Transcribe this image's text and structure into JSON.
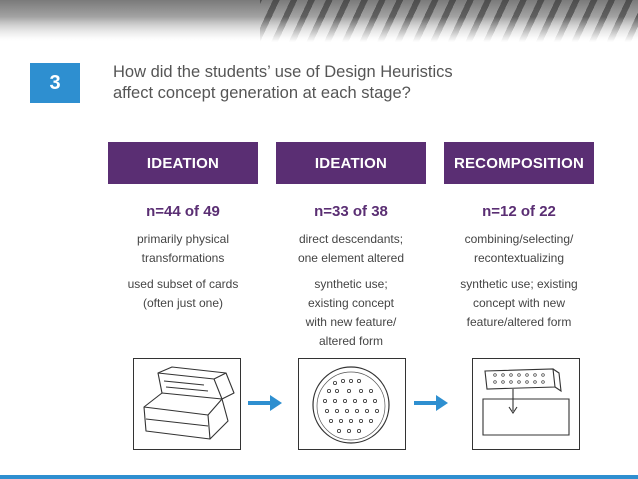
{
  "slide": {
    "step_number": "3",
    "question_line1": "How did the students’ use of Design Heuristics",
    "question_line2": "affect concept generation at each stage?"
  },
  "columns": [
    {
      "header": "IDEATION",
      "count": "n=44 of 49",
      "desc1_line1": "primarily physical",
      "desc1_line2": "transformations",
      "desc2_line1": "used subset of cards",
      "desc2_line2": "(often just one)"
    },
    {
      "header": "IDEATION",
      "count": "n=33 of 38",
      "desc1_line1": "direct descendants;",
      "desc1_line2": "one element altered",
      "desc2_line1": "synthetic use;",
      "desc2_line2": "existing concept",
      "desc2_line3": "with new feature/",
      "desc2_line4": "altered form"
    },
    {
      "header": "RECOMPOSITION",
      "count": "n=12 of 22",
      "desc1_line1": "combining/selecting/",
      "desc1_line2": "recontextualizing",
      "desc2_line1": "synthetic use; existing",
      "desc2_line2": "concept with new",
      "desc2_line3": "feature/altered form"
    }
  ],
  "colors": {
    "accent_blue": "#2e8fd0",
    "header_purple": "#5a2e73",
    "body_text": "#444444"
  },
  "icons": [
    "right-arrow-icon",
    "right-arrow-icon"
  ]
}
